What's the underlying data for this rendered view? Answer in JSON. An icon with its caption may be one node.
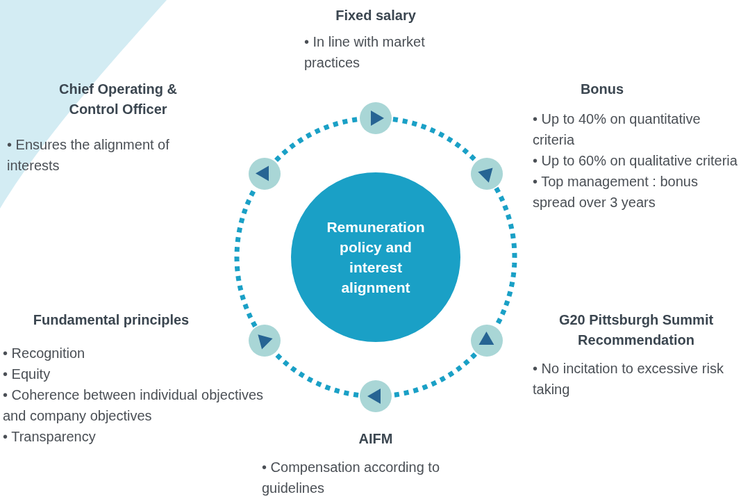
{
  "diagram": {
    "nodes": [
      {
        "text": [
          "Remuneration policy and interest alignment"
        ]
      },
      {
        "text": [],
        "shape": "circle",
        "beside": [
          "Fixed salary",
          "• In line with market practices"
        ]
      },
      {
        "text": [],
        "shape": "circle",
        "beside": [
          "Bonus",
          "• Up to 40% on quantitative criteria",
          "• Up to 60% on qualitative criteria",
          "• Top management : bonus spread over 3 years"
        ]
      },
      {
        "text": [],
        "shape": "circle",
        "beside": [
          "G20 Pittsburgh Summit Recommendation",
          "• No incitation to excessive risk taking"
        ]
      },
      {
        "text": [],
        "shape": "circle",
        "beside": [
          "AIFM",
          "• Compensation according to guidelines"
        ]
      },
      {
        "text": [],
        "shape": "circle",
        "beside": [
          "Fundamental principles",
          "• Recognition",
          "• Equity",
          "• Coherence between individual objectives and company objectives",
          "• Transparency"
        ]
      },
      {
        "text": [],
        "shape": "circle",
        "beside": [
          "Chief Operating & Control Officer",
          "• Ensures the alignment of interests"
        ]
      }
    ],
    "edges": [
      {
        "from": 1,
        "to": 2,
        "arrow": "none",
        "style": "dashed"
      },
      {
        "from": 2,
        "to": 3,
        "arrow": "none",
        "style": "dashed"
      },
      {
        "from": 3,
        "to": 4,
        "arrow": "none",
        "style": "dashed"
      },
      {
        "from": 4,
        "to": 5,
        "arrow": "none",
        "style": "dashed"
      },
      {
        "from": 5,
        "to": 6,
        "arrow": "none",
        "style": "dashed"
      },
      {
        "from": 6,
        "to": 1,
        "arrow": "none",
        "style": "dashed"
      }
    ]
  }
}
